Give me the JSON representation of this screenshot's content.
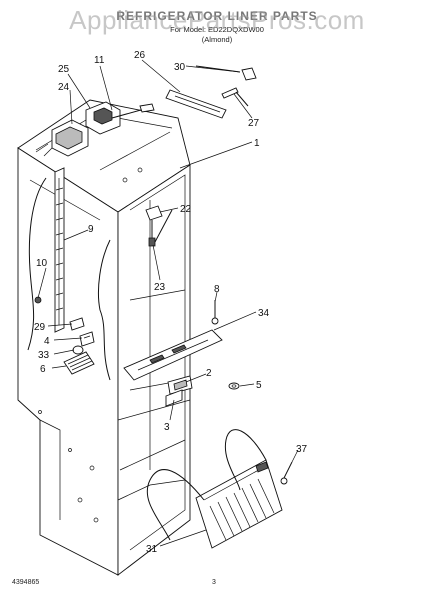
{
  "header": {
    "title": "REFRIGERATOR LINER PARTS",
    "model_line": "For Model: ED22DQXDW00",
    "model_code": "(Almond)"
  },
  "watermark": "AppliancePartsPros.com",
  "footer": {
    "left_code": "4394865",
    "page_number": "3"
  },
  "callouts": [
    {
      "id": "c25",
      "label": "25"
    },
    {
      "id": "c11",
      "label": "11"
    },
    {
      "id": "c26",
      "label": "26"
    },
    {
      "id": "c30",
      "label": "30"
    },
    {
      "id": "c24",
      "label": "24"
    },
    {
      "id": "c27",
      "label": "27"
    },
    {
      "id": "c1",
      "label": "1"
    },
    {
      "id": "c22",
      "label": "22"
    },
    {
      "id": "c9",
      "label": "9"
    },
    {
      "id": "c10",
      "label": "10"
    },
    {
      "id": "c23",
      "label": "23"
    },
    {
      "id": "c8",
      "label": "8"
    },
    {
      "id": "c34",
      "label": "34"
    },
    {
      "id": "c29",
      "label": "29"
    },
    {
      "id": "c4",
      "label": "4"
    },
    {
      "id": "c33",
      "label": "33"
    },
    {
      "id": "c6",
      "label": "6"
    },
    {
      "id": "c2",
      "label": "2"
    },
    {
      "id": "c5",
      "label": "5"
    },
    {
      "id": "c3",
      "label": "3"
    },
    {
      "id": "c37",
      "label": "37"
    },
    {
      "id": "c31",
      "label": "31"
    }
  ]
}
